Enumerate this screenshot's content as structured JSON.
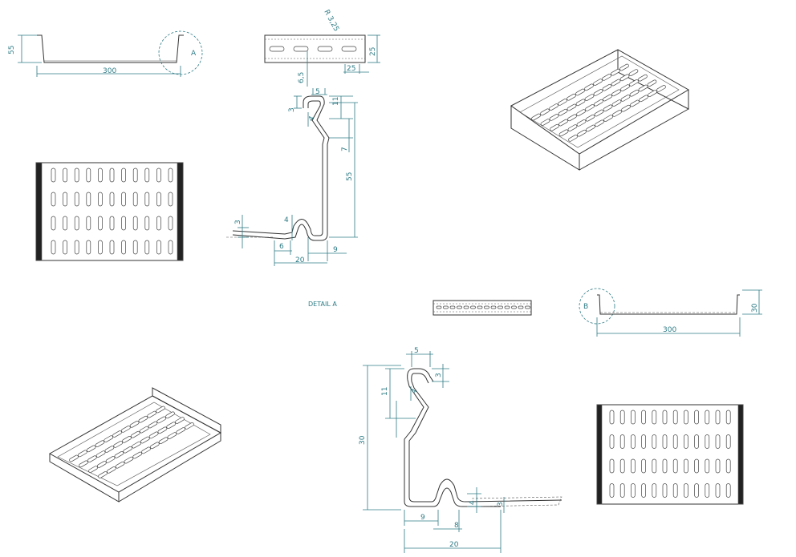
{
  "dims": {
    "tl_height": "55",
    "tl_width": "300",
    "tl_callout": "A",
    "side_radius": "R 3,25",
    "side_h": "25",
    "side_pitch": "25",
    "side_off": "6,5",
    "detA_w5": "5",
    "detA_h11": "11",
    "detA_h3": "3",
    "detA_h4": "4",
    "detA_h7": "7",
    "detA_h55": "55",
    "detA_b3": "3",
    "detA_b4": "4",
    "detA_b6": "6",
    "detA_b20": "20",
    "detA_b9": "9",
    "detail_label": "DETAIL A",
    "rb_callout": "B",
    "rb_height": "30",
    "rb_width": "300",
    "detB_w5": "5",
    "detB_h3": "3",
    "detB_h11": "11",
    "detB_h4": "4",
    "detB_h30": "30",
    "detB_b4": "4",
    "detB_b3": "3",
    "detB_b9": "9",
    "detB_b8": "8",
    "detB_b20": "20"
  },
  "colors": {
    "dimension": "#2f7c86",
    "part": "#333333"
  }
}
